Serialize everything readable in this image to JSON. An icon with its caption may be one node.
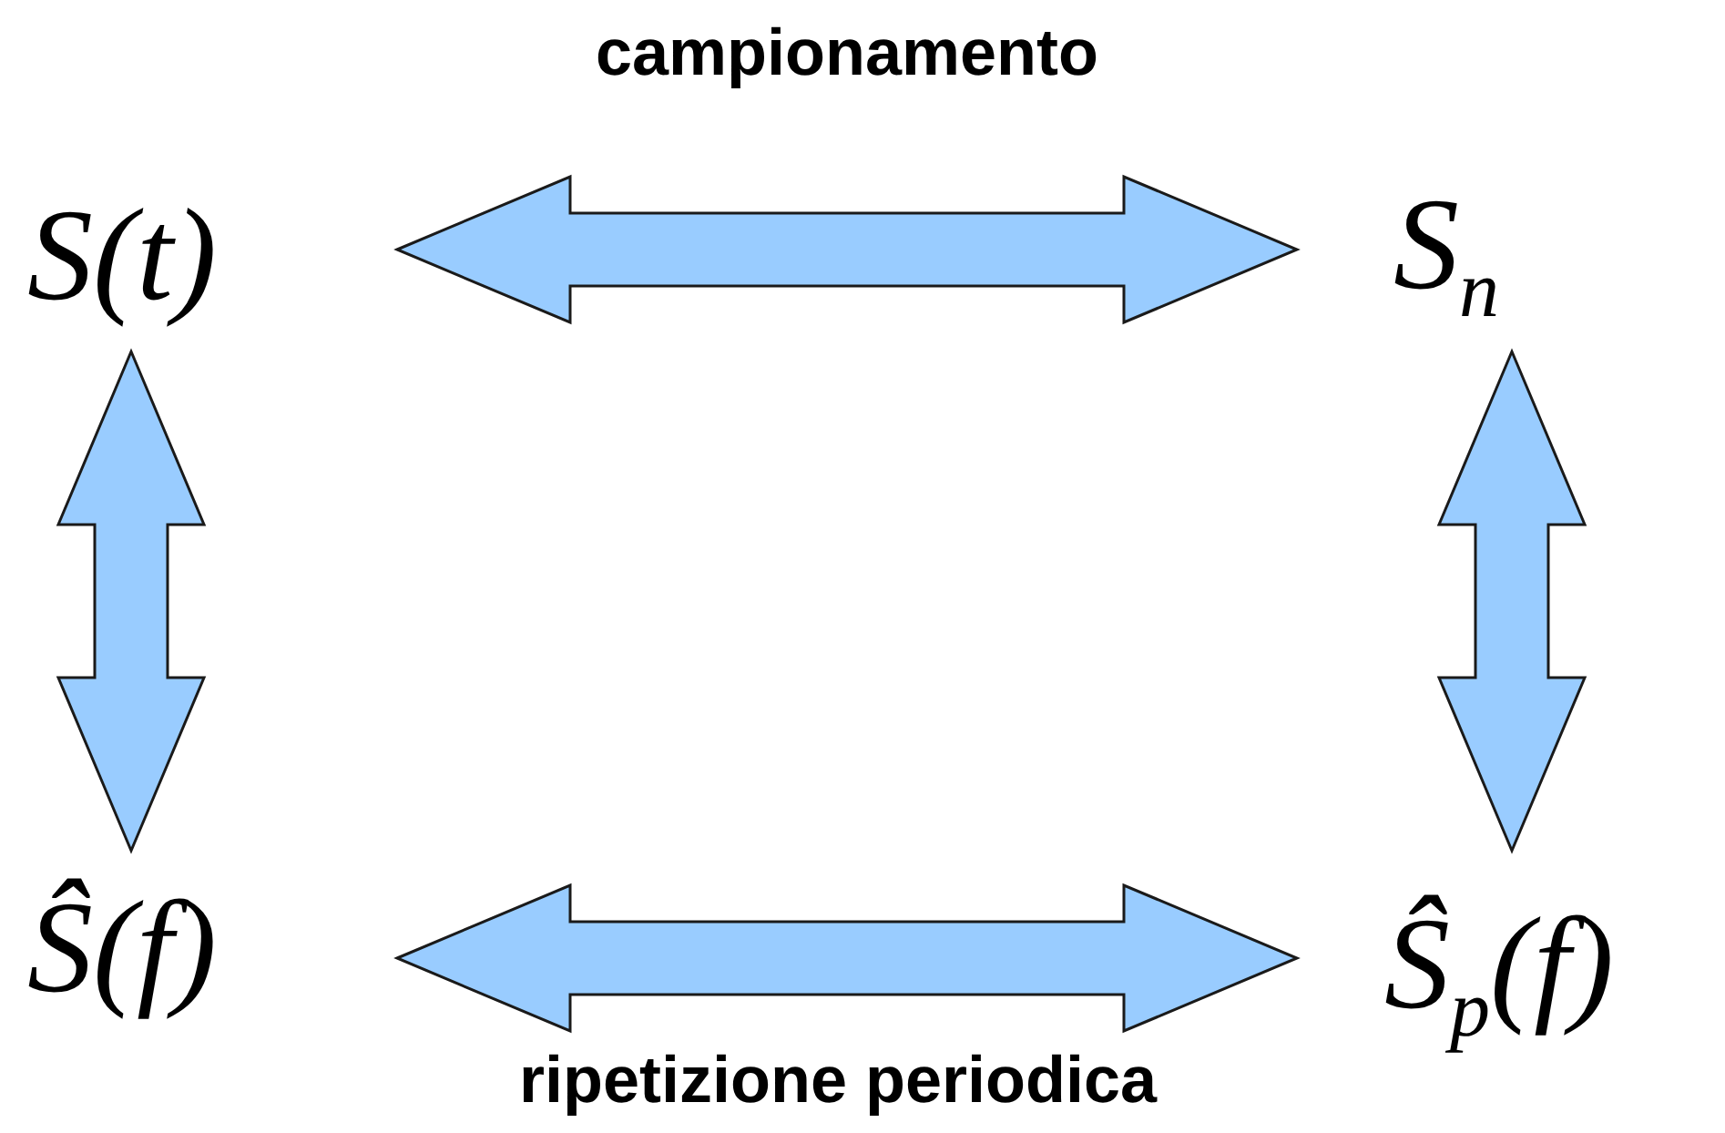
{
  "diagram": {
    "nodes": [
      {
        "text": [
          "S(t)"
        ]
      },
      {
        "text": [
          "S$_{n}$"
        ]
      },
      {
        "text": [
          "Ŝ(f)"
        ]
      },
      {
        "text": [
          "Ŝ$_{p}$(f)"
        ]
      }
    ],
    "edges": [
      {
        "from": 0,
        "to": 1,
        "arrow": "both",
        "label": "campionamento"
      },
      {
        "from": 0,
        "to": 2,
        "arrow": "both"
      },
      {
        "from": 1,
        "to": 3,
        "arrow": "both"
      },
      {
        "from": 2,
        "to": 3,
        "arrow": "both",
        "label": "ripetizione periodica"
      }
    ]
  }
}
